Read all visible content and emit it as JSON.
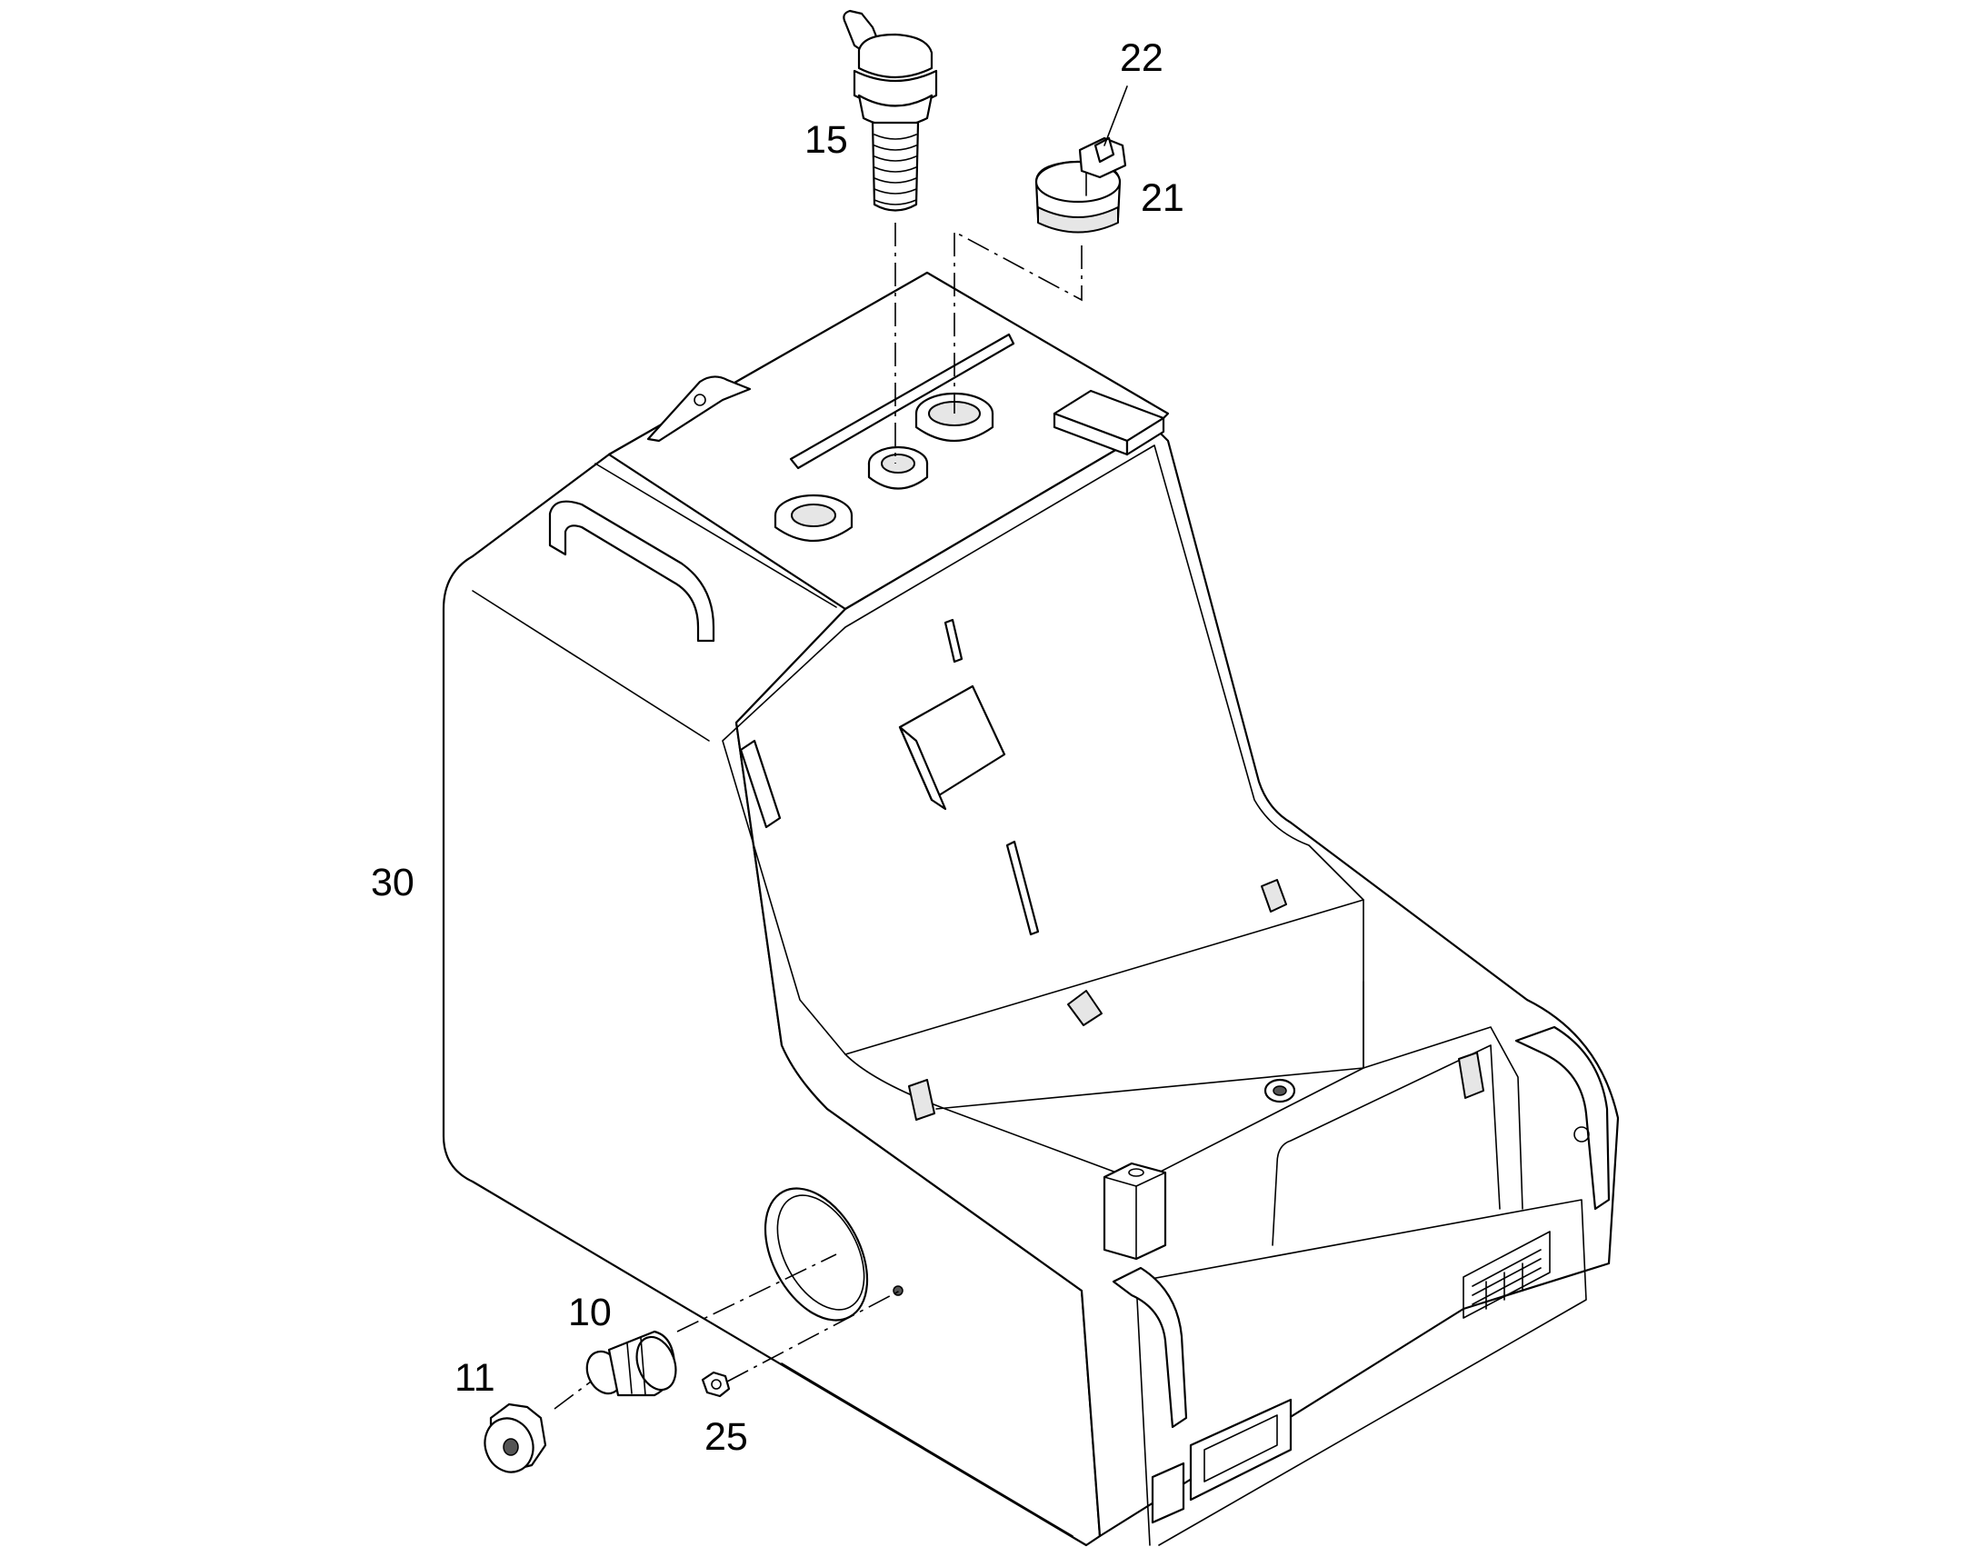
{
  "callouts": {
    "part_22": "22",
    "part_15": "15",
    "part_21": "21",
    "part_30": "30",
    "part_10": "10",
    "part_11": "11",
    "part_25": "25"
  },
  "colors": {
    "line": "#000000",
    "background": "#ffffff",
    "shade": "#e6e6e6"
  }
}
